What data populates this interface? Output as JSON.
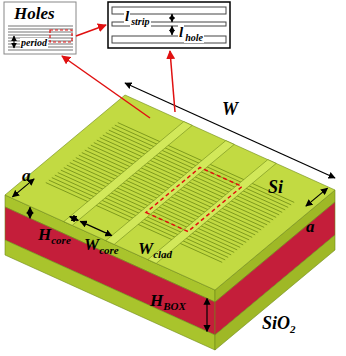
{
  "diagram": {
    "labels": [
      "Holes",
      "period",
      "l",
      "strip",
      "l",
      "hole",
      "W",
      "a",
      "W",
      "core",
      "W",
      "clad",
      "Si",
      "H",
      "core",
      "a",
      "H",
      "BOX",
      "SiO",
      "2"
    ]
  }
}
